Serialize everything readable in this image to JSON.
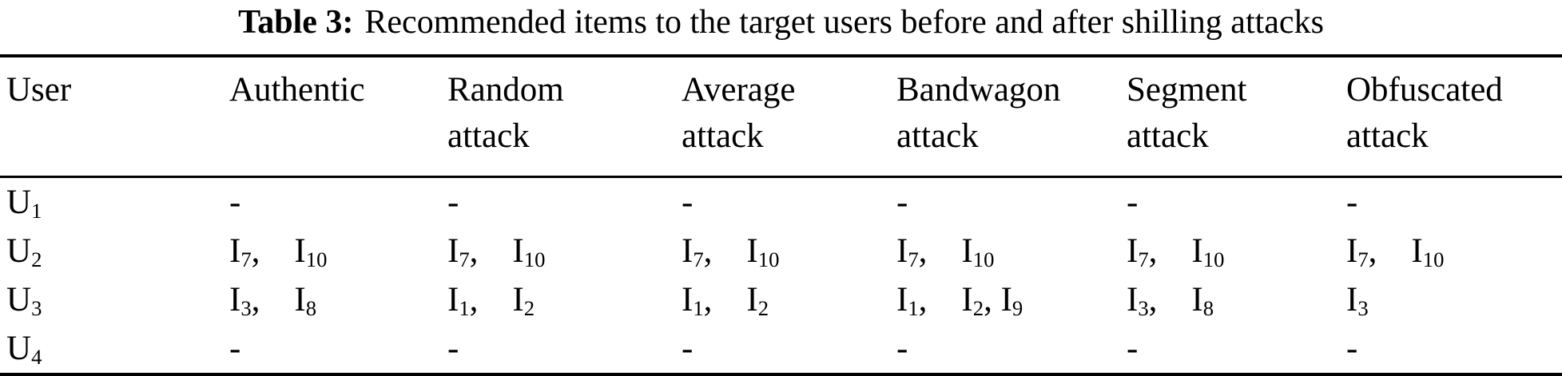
{
  "caption": {
    "label": "Table 3:",
    "text": "Recommended items to the target users before and after shilling attacks"
  },
  "colors": {
    "text": "#000000",
    "background": "#ffffff",
    "rule": "#000000"
  },
  "table": {
    "empty_marker": "-",
    "columns": [
      {
        "id": "user",
        "lines": [
          "User"
        ]
      },
      {
        "id": "authentic",
        "lines": [
          "Authentic"
        ]
      },
      {
        "id": "random",
        "lines": [
          "Random",
          "attack"
        ]
      },
      {
        "id": "average",
        "lines": [
          "Average",
          "attack"
        ]
      },
      {
        "id": "bandwagon",
        "lines": [
          "Bandwagon",
          "attack"
        ]
      },
      {
        "id": "segment",
        "lines": [
          "Segment",
          "attack"
        ]
      },
      {
        "id": "obfuscated",
        "lines": [
          "Obfuscated",
          "attack"
        ]
      }
    ],
    "rows": [
      {
        "user": "U1",
        "cells": [
          [
            "-"
          ],
          [
            "-"
          ],
          [
            "-"
          ],
          [
            "-"
          ],
          [
            "-"
          ],
          [
            "-"
          ]
        ]
      },
      {
        "user": "U2",
        "cells": [
          [
            "I7",
            "I10"
          ],
          [
            "I7",
            "I10"
          ],
          [
            "I7",
            "I10"
          ],
          [
            "I7",
            "I10"
          ],
          [
            "I7",
            "I10"
          ],
          [
            "I7",
            "I10"
          ]
        ]
      },
      {
        "user": "U3",
        "cells": [
          [
            "I3",
            "I8"
          ],
          [
            "I1",
            "I2"
          ],
          [
            "I1",
            "I2"
          ],
          [
            "I1",
            "I2",
            "I9"
          ],
          [
            "I3",
            "I8"
          ],
          [
            "I3"
          ]
        ]
      },
      {
        "user": "U4",
        "cells": [
          [
            "-"
          ],
          [
            "-"
          ],
          [
            "-"
          ],
          [
            "-"
          ],
          [
            "-"
          ],
          [
            "-"
          ]
        ]
      }
    ]
  }
}
